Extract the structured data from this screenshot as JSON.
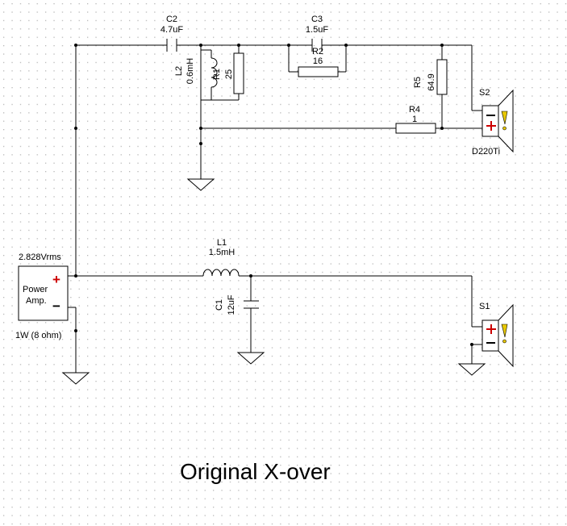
{
  "title": "Original X-over",
  "amp": {
    "voltage": "2.828Vrms",
    "name_line1": "Power",
    "name_line2": "Amp.",
    "power": "1W (8 ohm)",
    "plus": "+",
    "minus": "−"
  },
  "components": {
    "c2": {
      "ref": "C2",
      "value": "4.7uF"
    },
    "c3": {
      "ref": "C3",
      "value": "1.5uF"
    },
    "r2": {
      "ref": "R2",
      "value": "16"
    },
    "l2": {
      "ref": "L2",
      "value": "0.6mH"
    },
    "r1": {
      "ref": "R1",
      "value": "25"
    },
    "r5": {
      "ref": "R5",
      "value": "64.9"
    },
    "r4": {
      "ref": "R4",
      "value": "1"
    },
    "l1": {
      "ref": "L1",
      "value": "1.5mH"
    },
    "c1": {
      "ref": "C1",
      "value": "12uF"
    }
  },
  "speakers": {
    "s2": {
      "ref": "S2",
      "model": "D220Ti"
    },
    "s1": {
      "ref": "S1"
    }
  },
  "colors": {
    "plus": "#cc0000",
    "warning": "#e8c800",
    "grid": "#b8b8b8",
    "wire": "#000000"
  }
}
